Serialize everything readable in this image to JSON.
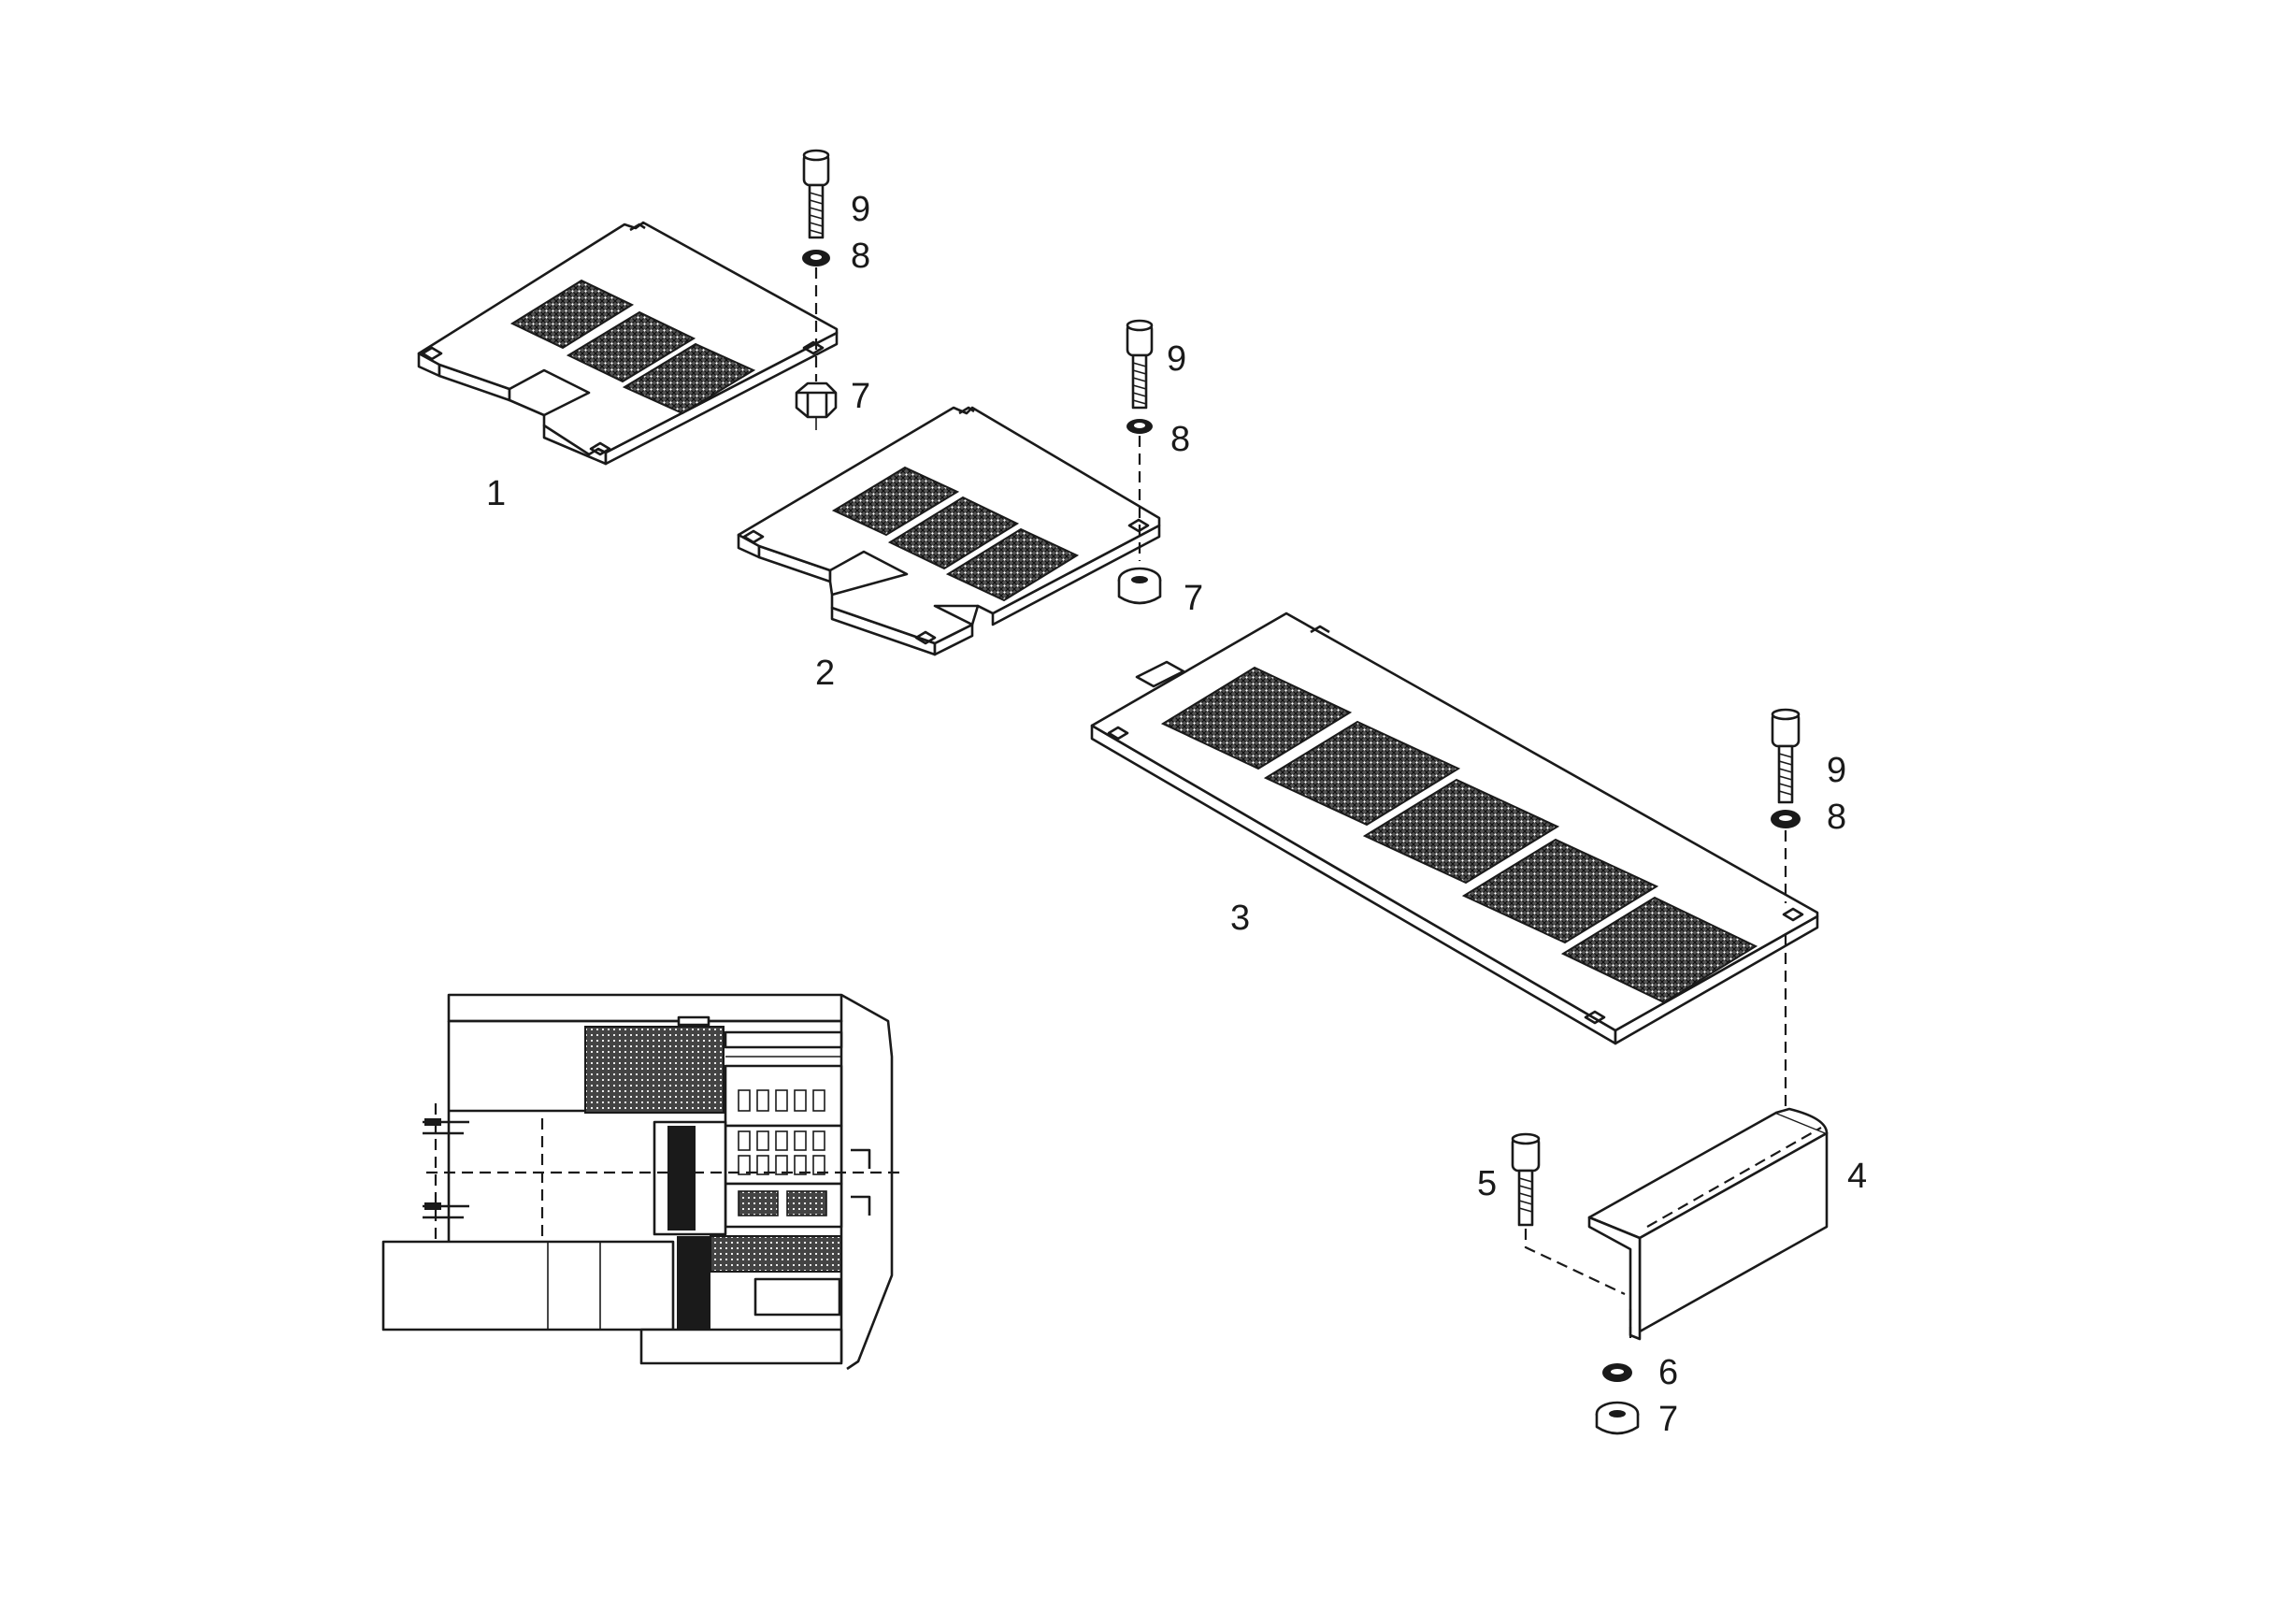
{
  "callouts": {
    "top_cover_left": "1",
    "top_cover_middle": "2",
    "top_cover_right": "3",
    "bracket": "4",
    "bracket_screw": "5",
    "bracket_washer": "6",
    "bracket_nut": "7",
    "p1_screw": "9",
    "p1_washer": "8",
    "p1_nut": "7",
    "p2_screw": "9",
    "p2_washer": "8",
    "p2_nut": "7",
    "p3_screw": "9",
    "p3_washer": "8"
  },
  "colors": {
    "line": "#1a1a1a",
    "background": "#ffffff"
  }
}
